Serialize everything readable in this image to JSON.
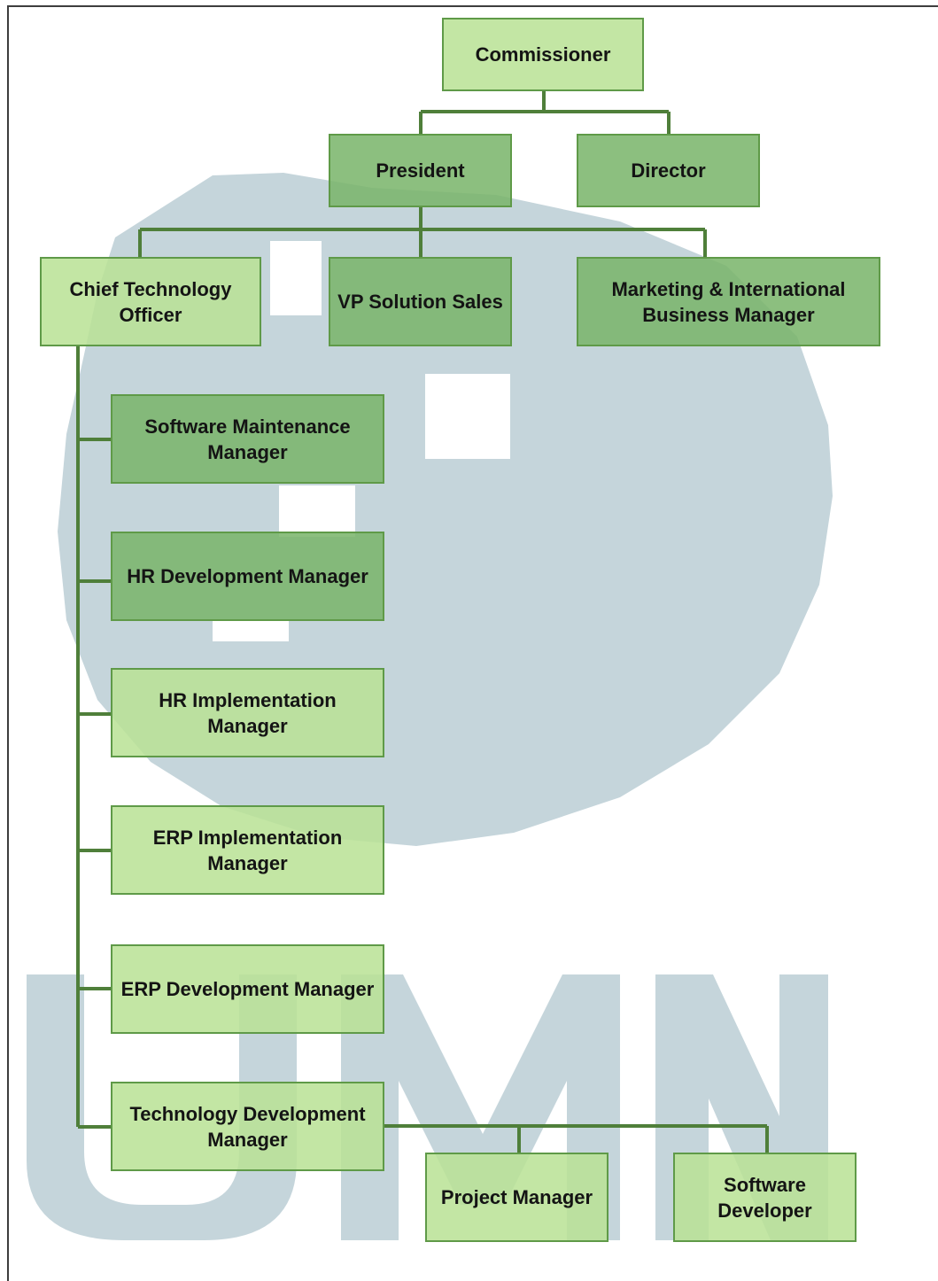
{
  "watermark": {
    "text": "UMN",
    "color": "#c5d5db"
  },
  "colors": {
    "node_light": "#b8e294",
    "node_dark": "#78b468",
    "border": "#5f9a48",
    "connector": "#4f7f3a"
  },
  "nodes": {
    "commissioner": "Commissioner",
    "president": "President",
    "director": "Director",
    "cto": "Chief Technology Officer",
    "vp_solution_sales": "VP Solution Sales",
    "marketing_manager": "Marketing & International Business Manager",
    "software_maintenance_manager": "Software Maintenance Manager",
    "hr_development_manager": "HR Development Manager",
    "hr_implementation_manager": "HR Implementation Manager",
    "erp_implementation_manager": "ERP Implementation Manager",
    "erp_development_manager": "ERP Development Manager",
    "technology_development_manager": "Technology Development Manager",
    "project_manager": "Project Manager",
    "software_developer": "Software Developer"
  }
}
